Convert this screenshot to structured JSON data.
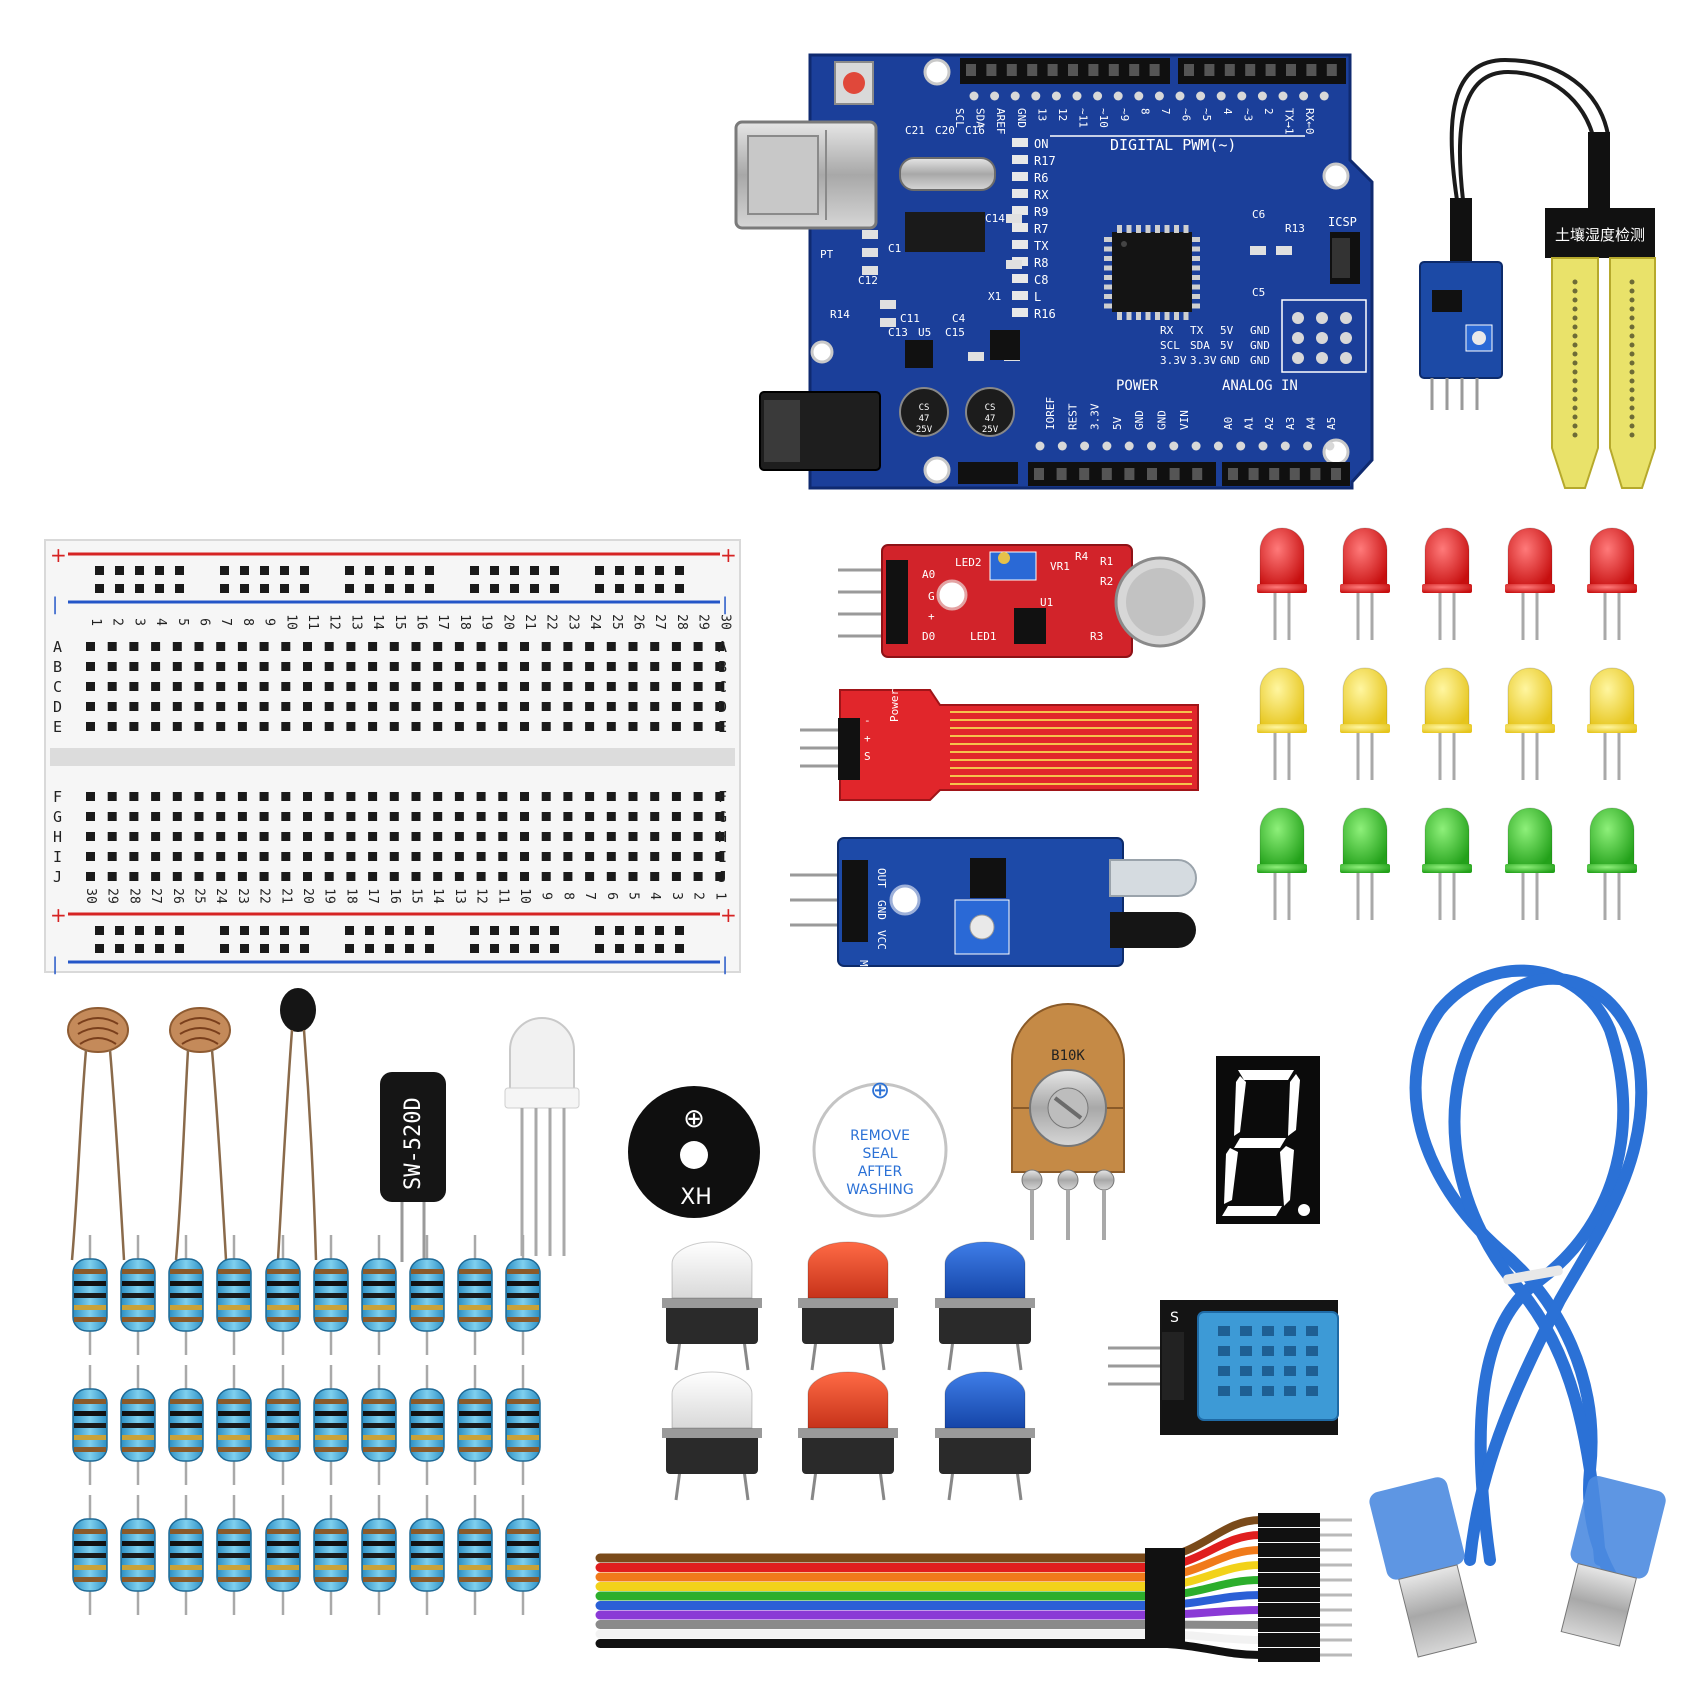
{
  "board": {
    "header_labels": [
      "SCL",
      "SDA",
      "AREF",
      "GND",
      "13",
      "12",
      "~11",
      "~10",
      "~9",
      "8",
      "7",
      "~6",
      "~5",
      "4",
      "~3",
      "2",
      "TX→1",
      "RX←0"
    ],
    "digital_label": "DIGITAL PWM(~)",
    "icsp_label": "ICSP",
    "status_labels": [
      "ON",
      "R17",
      "R6",
      "RX",
      "R9",
      "R7",
      "TX",
      "R8",
      "C8",
      "L",
      "R16"
    ],
    "component_labels": [
      "C21",
      "C20",
      "C16",
      "C14",
      "C1",
      "PT",
      "C12",
      "R14",
      "C11",
      "C4",
      "C13",
      "U5",
      "C15",
      "X1",
      "C6",
      "R13",
      "C5"
    ],
    "serial_labels": [
      "RX",
      "TX",
      "5V",
      "GND",
      "SCL",
      "SDA",
      "5V",
      "GND",
      "3.3V",
      "3.3V",
      "GND",
      "GND"
    ],
    "power_label": "POWER",
    "analog_label": "ANALOG IN",
    "power_pins": [
      "IOREF",
      "REST",
      "3.3V",
      "5V",
      "GND",
      "GND",
      "VIN"
    ],
    "analog_pins": [
      "A0",
      "A1",
      "A2",
      "A3",
      "A4",
      "A5"
    ],
    "cap_labels": [
      "CS",
      "47",
      "25V"
    ]
  },
  "soil_sensor": {
    "label": "土壤湿度检测"
  },
  "breadboard": {
    "plus": "+",
    "minus": "|",
    "columns": [
      "1",
      "2",
      "3",
      "4",
      "5",
      "6",
      "7",
      "8",
      "9",
      "10",
      "11",
      "12",
      "13",
      "14",
      "15",
      "16",
      "17",
      "18",
      "19",
      "20",
      "21",
      "22",
      "23",
      "24",
      "25",
      "26",
      "27",
      "28",
      "29",
      "30"
    ],
    "rows_top": [
      "A",
      "B",
      "C",
      "D",
      "E"
    ],
    "rows_bottom": [
      "F",
      "G",
      "H",
      "I",
      "J"
    ]
  },
  "sound_module": {
    "labels": [
      "A0",
      "G",
      "+",
      "D0",
      "LED2",
      "LED1",
      "U1",
      "VR1",
      "R1",
      "R2",
      "R3",
      "R4"
    ]
  },
  "water_module": {
    "labels": [
      "S",
      "+",
      "-",
      "Power"
    ]
  },
  "ir_module": {
    "labels": [
      "OUT",
      "GND",
      "VCC",
      "MH-B"
    ]
  },
  "tilt_switch": {
    "label": "SW-520D"
  },
  "active_buzzer": {
    "symbol": "⊕",
    "label": "XH"
  },
  "passive_buzzer": {
    "symbol": "⊕",
    "seal_lines": [
      "REMOVE",
      "SEAL",
      "AFTER",
      "WASHING"
    ]
  },
  "potentiometer": {
    "label": "B10K"
  },
  "dht_module": {
    "pin_label": "S",
    "colors": {
      "body": "#3d9ad6",
      "board": "#141414"
    }
  },
  "leds": {
    "rows": [
      "red",
      "yellow",
      "green"
    ],
    "per_row": 5
  },
  "colors": {
    "board": "#1b3f9a",
    "led_red": "#e11f1f",
    "led_yellow": "#f2dc2a",
    "led_green": "#38c22a",
    "cable": "#2b71d6",
    "module_red": "#d2232a"
  },
  "icons": [
    "usb-b-port-icon",
    "dc-barrel-jack-icon",
    "reset-button-icon",
    "seven-segment-icon",
    "tact-switch-icon",
    "jumper-wire-icon",
    "usb-cable-icon",
    "resistor-icon",
    "photoresistor-icon",
    "thermistor-icon"
  ]
}
